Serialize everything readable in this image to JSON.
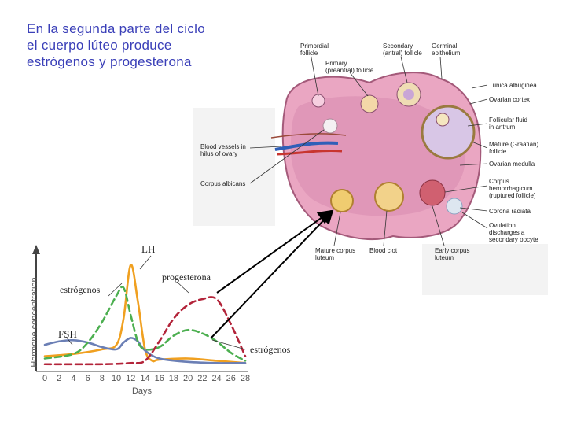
{
  "title_lines": [
    "En la segunda parte del ciclo",
    "el cuerpo lúteo produce",
    "estrógenos y progesterona"
  ],
  "ovary_labels": {
    "primordial": "Primordial\nfollicle",
    "primary": "Primary\n(preantral) follicle",
    "secondary": "Secondary\n(antral) follicle",
    "germinal": "Germinal\nepithelium",
    "tunica": "Tunica albuginea",
    "cortex": "Ovarian cortex",
    "fluid": "Follicular fluid\nin antrum",
    "mature": "Mature (Graafian)\nfollicle",
    "medulla": "Ovarian medulla",
    "hemorrhagicum": "Corpus\nhemorrhagicum\n(ruptured follicle)",
    "radiata": "Corona radiata",
    "ovulation": "Ovulation\ndischarges a\nsecondary oocyte",
    "vessels": "Blood vessels in\nhilus of ovary",
    "albicans": "Corpus albicans",
    "mature_luteum": "Mature corpus\nluteum",
    "clot": "Blood clot",
    "early_luteum": "Early corpus\nluteum"
  },
  "chart_labels": {
    "lh": "LH",
    "progesterona": "progesterona",
    "estrogenos_left": "estrógenos",
    "fsh": "FSH",
    "estrogenos_right": "estrógenos"
  },
  "chart_data": {
    "type": "line",
    "ylabel": "Hormone concentration",
    "xlabel": "Days",
    "x_ticks": [
      0,
      2,
      4,
      6,
      8,
      10,
      12,
      14,
      16,
      18,
      20,
      22,
      24,
      26,
      28
    ],
    "xlim": [
      0,
      28
    ],
    "ylim": [
      0,
      100
    ],
    "series": [
      {
        "name": "LH",
        "color": "#f0a020",
        "style": "solid",
        "x": [
          0,
          4,
          8,
          10,
          11,
          12,
          13,
          14,
          15,
          16,
          20,
          24,
          28
        ],
        "y": [
          12,
          14,
          18,
          22,
          45,
          92,
          60,
          18,
          8,
          9,
          10,
          8,
          6
        ]
      },
      {
        "name": "FSH",
        "color": "#6b7fb5",
        "style": "solid",
        "x": [
          0,
          2,
          4,
          6,
          8,
          10,
          11,
          12,
          13,
          14,
          16,
          20,
          24,
          28
        ],
        "y": [
          22,
          25,
          26,
          24,
          20,
          18,
          24,
          28,
          25,
          17,
          10,
          7,
          6,
          6
        ]
      },
      {
        "name": "estrógenos",
        "color": "#4caf50",
        "style": "dashed",
        "x": [
          0,
          4,
          6,
          8,
          10,
          11,
          12,
          13,
          14,
          16,
          18,
          20,
          22,
          24,
          26,
          28
        ],
        "y": [
          10,
          14,
          24,
          42,
          65,
          72,
          48,
          25,
          18,
          20,
          30,
          35,
          32,
          25,
          15,
          8
        ]
      },
      {
        "name": "progesterona",
        "color": "#b3243a",
        "style": "dashed",
        "x": [
          0,
          8,
          12,
          14,
          16,
          18,
          20,
          22,
          24,
          26,
          28
        ],
        "y": [
          5,
          5,
          6,
          8,
          25,
          45,
          57,
          62,
          62,
          40,
          12
        ]
      }
    ]
  }
}
